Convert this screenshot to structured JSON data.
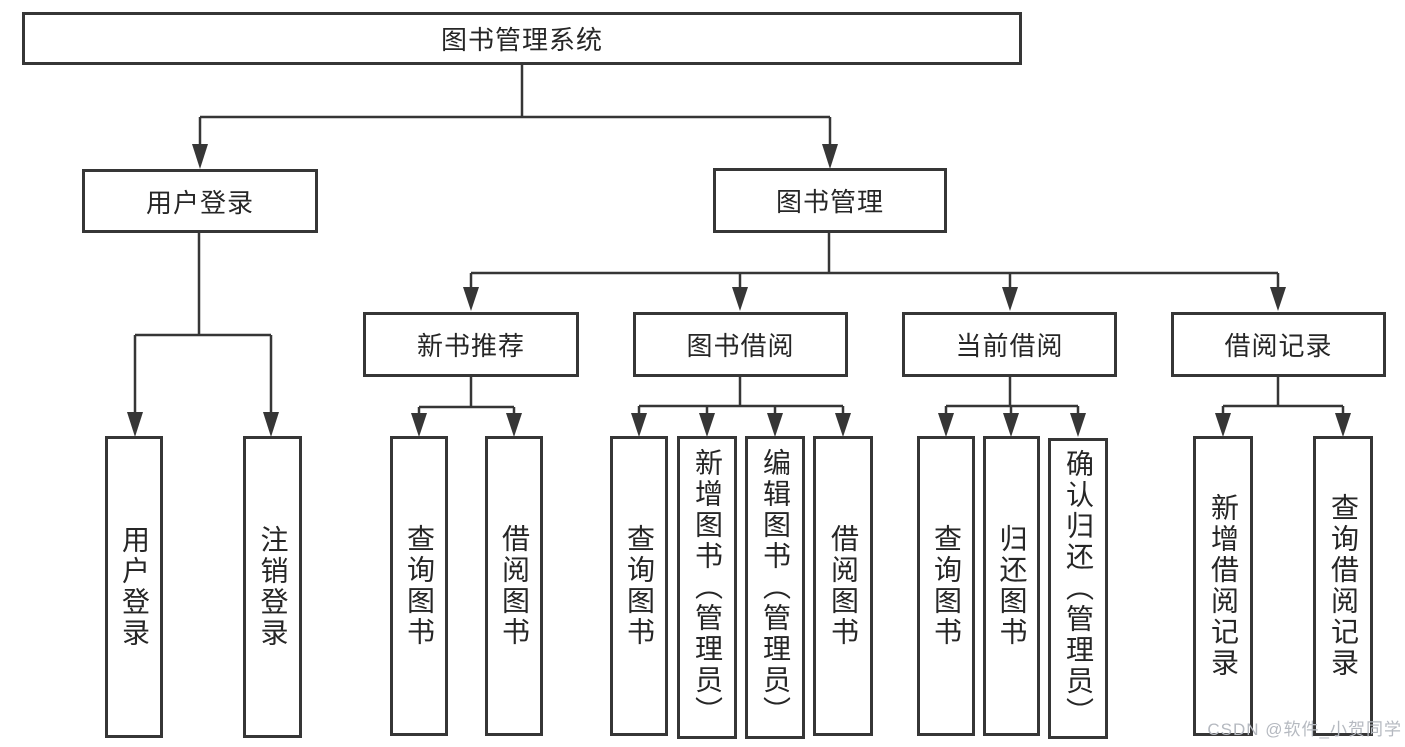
{
  "tree": {
    "root": "图书管理系统",
    "children": [
      {
        "label": "用户登录",
        "children": [
          {
            "label": "用户登录"
          },
          {
            "label": "注销登录"
          }
        ]
      },
      {
        "label": "图书管理",
        "children": [
          {
            "label": "新书推荐",
            "children": [
              {
                "label": "查询图书"
              },
              {
                "label": "借阅图书"
              }
            ]
          },
          {
            "label": "图书借阅",
            "children": [
              {
                "label": "查询图书"
              },
              {
                "label": "新增图书（管理员）"
              },
              {
                "label": "编辑图书（管理员）"
              },
              {
                "label": "借阅图书"
              }
            ]
          },
          {
            "label": "当前借阅",
            "children": [
              {
                "label": "查询图书"
              },
              {
                "label": "归还图书"
              },
              {
                "label": "确认归还（管理员）"
              }
            ]
          },
          {
            "label": "借阅记录",
            "children": [
              {
                "label": "新增借阅记录"
              },
              {
                "label": "查询借阅记录"
              }
            ]
          }
        ]
      }
    ]
  },
  "colors": {
    "line": "#363636",
    "text": "#262626",
    "watermark": "#b5b9c0",
    "background": "#ffffff"
  },
  "watermark": {
    "text": "CSDN @软件_小贺同学"
  }
}
